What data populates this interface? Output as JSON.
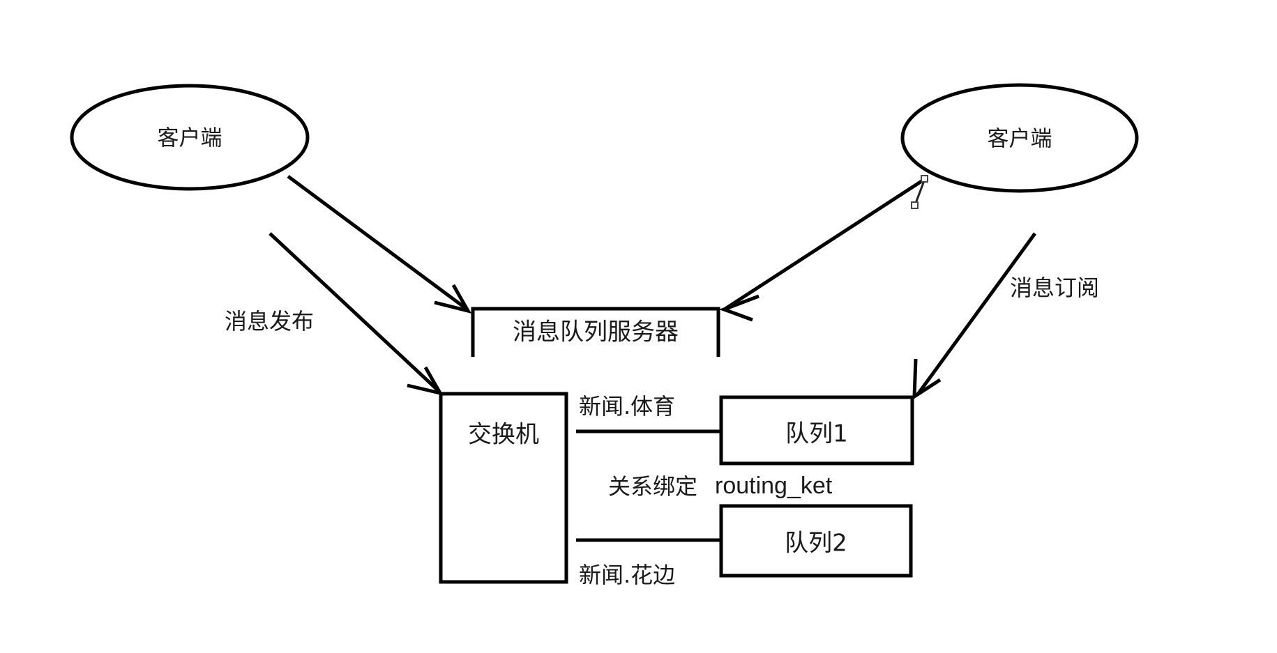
{
  "diagram": {
    "title_text": "",
    "background_color": "#ffffff",
    "stroke_color": "#000000",
    "text_color": "#1a1a1a",
    "nodes": {
      "client_left": {
        "label": "客户端",
        "shape": "ellipse"
      },
      "client_right": {
        "label": "客户端",
        "shape": "ellipse"
      },
      "mq_server": {
        "label": "消息队列服务器",
        "shape": "open-bottom-rect"
      },
      "exchange": {
        "label": "交换机",
        "shape": "rect"
      },
      "queue_1": {
        "label": "队列1",
        "shape": "rect"
      },
      "queue_2": {
        "label": "队列2",
        "shape": "rect"
      }
    },
    "edges": {
      "publish_to_server": {
        "label": ""
      },
      "publish_to_exchange": {
        "label": "消息发布"
      },
      "server_to_client": {
        "label": ""
      },
      "subscribe_from_queue1": {
        "label": "消息订阅"
      },
      "binding_sports": {
        "label": "新闻.体育"
      },
      "binding_gossip": {
        "label": "新闻.花边"
      }
    },
    "annotations": {
      "binding_relation": "关系绑定",
      "routing_key": "routing_ket"
    }
  }
}
